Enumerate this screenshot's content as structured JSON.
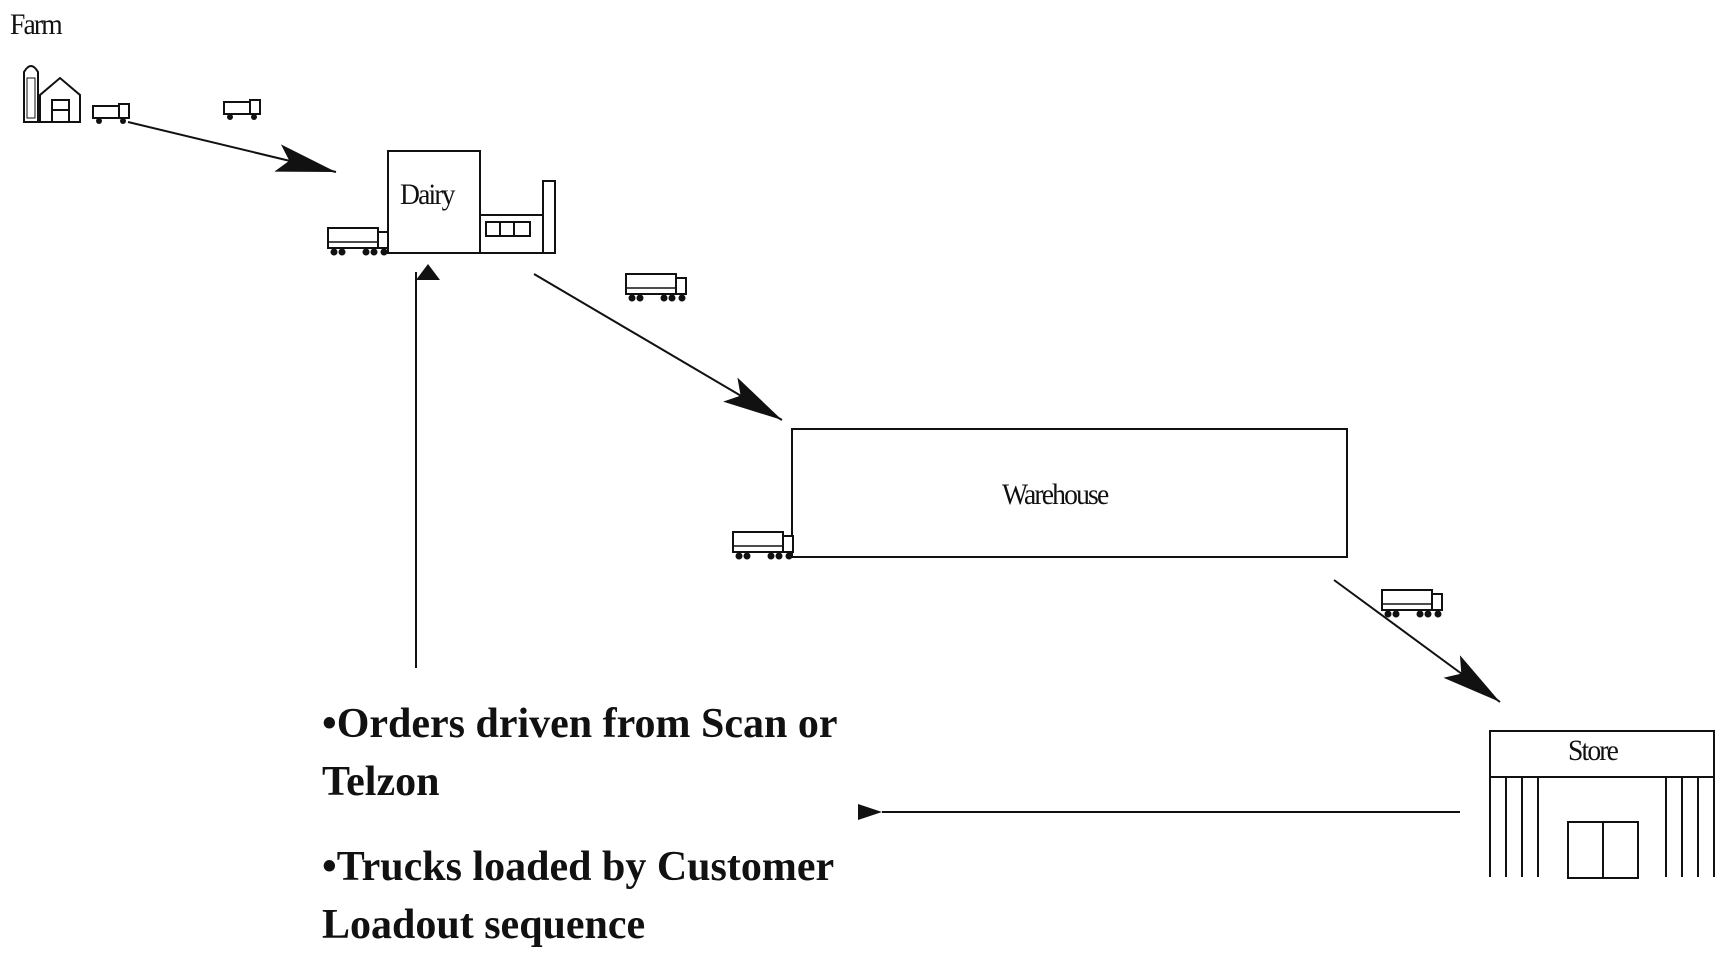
{
  "labels": {
    "farm": "Farm",
    "dairy": "Dairy",
    "warehouse": "Warehouse",
    "store": "Store"
  },
  "notes": [
    "•Orders driven from Scan or Telzon",
    "•Trucks loaded by Customer Loadout sequence"
  ],
  "colors": {
    "ink": "#111111",
    "background": "#ffffff"
  }
}
